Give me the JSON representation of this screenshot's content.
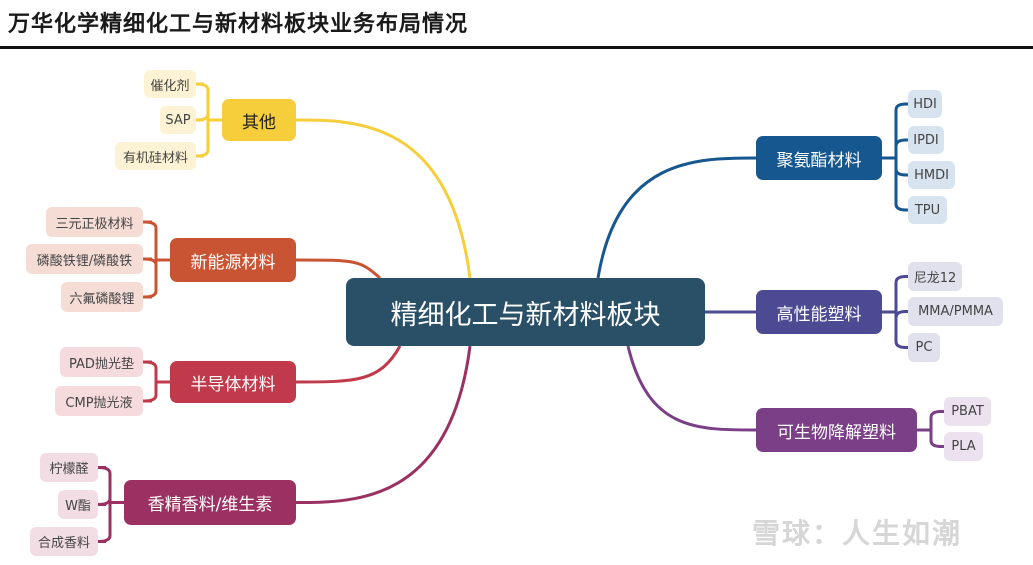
{
  "title": "万华化学精细化工与新材料板块业务布局情况",
  "center": "精细化工与新材料板块",
  "left": [
    {
      "label": "其他",
      "color": "#f6cd3a",
      "leaf_bg": "#fdf3d4",
      "leaves": [
        "催化剂",
        "SAP",
        "有机硅材料"
      ]
    },
    {
      "label": "新能源材料",
      "color": "#c95434",
      "leaf_bg": "#f5ddd6",
      "leaves": [
        "三元正极材料",
        "磷酸铁锂/磷酸铁",
        "六氟磷酸锂"
      ]
    },
    {
      "label": "半导体材料",
      "color": "#c13a4c",
      "leaf_bg": "#f6dbde",
      "leaves": [
        "PAD抛光垫",
        "CMP抛光液"
      ]
    },
    {
      "label": "香精香料/维生素",
      "color": "#9b3162",
      "leaf_bg": "#f3dde5",
      "leaves": [
        "柠檬醛",
        "W酯",
        "合成香料"
      ]
    }
  ],
  "right": [
    {
      "label": "聚氨酯材料",
      "color": "#15578e",
      "leaf_bg": "#d7e4ef",
      "leaves": [
        "HDI",
        "IPDI",
        "HMDI",
        "TPU"
      ]
    },
    {
      "label": "高性能塑料",
      "color": "#4b4a93",
      "leaf_bg": "#e1e1ee",
      "leaves": [
        "尼龙12",
        "MMA/PMMA",
        "PC"
      ]
    },
    {
      "label": "可生物降解塑料",
      "color": "#7a3f86",
      "leaf_bg": "#ece1ef",
      "leaves": [
        "PBAT",
        "PLA"
      ]
    }
  ],
  "watermark": "雪球：人生如潮"
}
